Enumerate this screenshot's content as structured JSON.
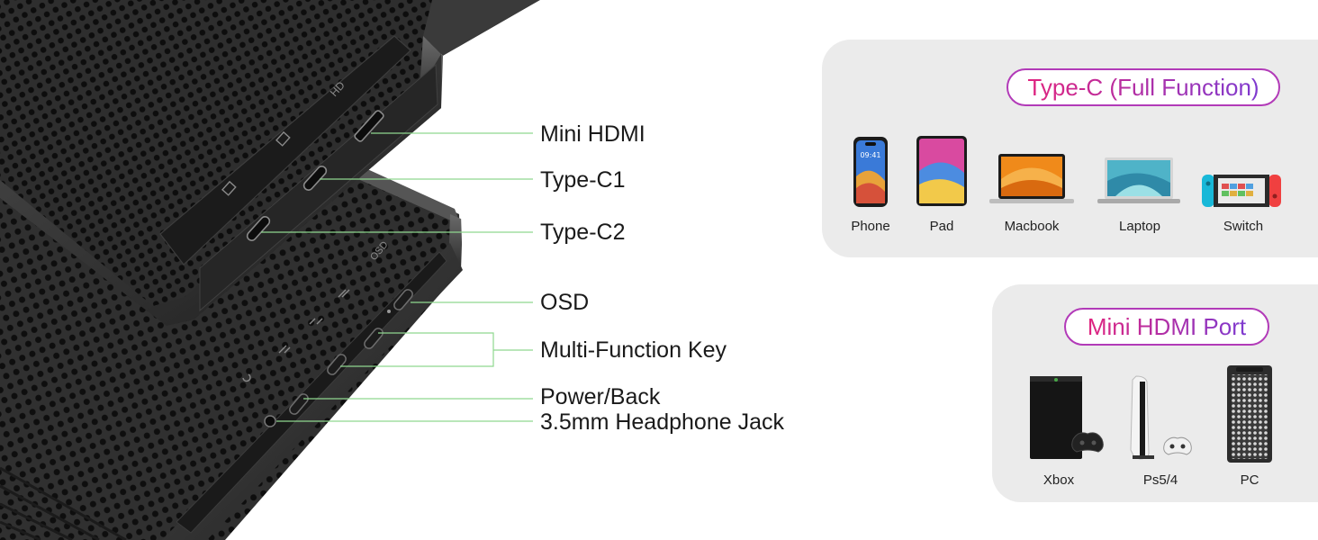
{
  "callouts": {
    "mini_hdmi": "Mini HDMI",
    "type_c1": "Type-C1",
    "type_c2": "Type-C2",
    "osd": "OSD",
    "multi_function_key": "Multi-Function Key",
    "power_back": "Power/Back",
    "headphone_jack": "3.5mm Headphone Jack"
  },
  "port_markings": {
    "hd": "HD",
    "osd": "OSD"
  },
  "typec_panel": {
    "title": "Type-C (Full Function)",
    "devices": [
      {
        "label": "Phone",
        "icon": "phone-icon"
      },
      {
        "label": "Pad",
        "icon": "tablet-icon"
      },
      {
        "label": "Macbook",
        "icon": "macbook-icon"
      },
      {
        "label": "Laptop",
        "icon": "laptop-icon"
      },
      {
        "label": "Switch",
        "icon": "switch-icon"
      }
    ]
  },
  "hdmi_panel": {
    "title": "Mini HDMI Port",
    "devices": [
      {
        "label": "Xbox",
        "icon": "xbox-icon"
      },
      {
        "label": "Ps5/4",
        "icon": "playstation-icon"
      },
      {
        "label": "PC",
        "icon": "desktop-pc-icon"
      }
    ]
  },
  "colors": {
    "leader_line": "#8fd88f",
    "pill_border": "#b23ab8",
    "gradient_start": "#e0247f",
    "gradient_end": "#7e3ad0",
    "panel_bg": "#ebebeb",
    "device_body": "#2b2b2b"
  }
}
